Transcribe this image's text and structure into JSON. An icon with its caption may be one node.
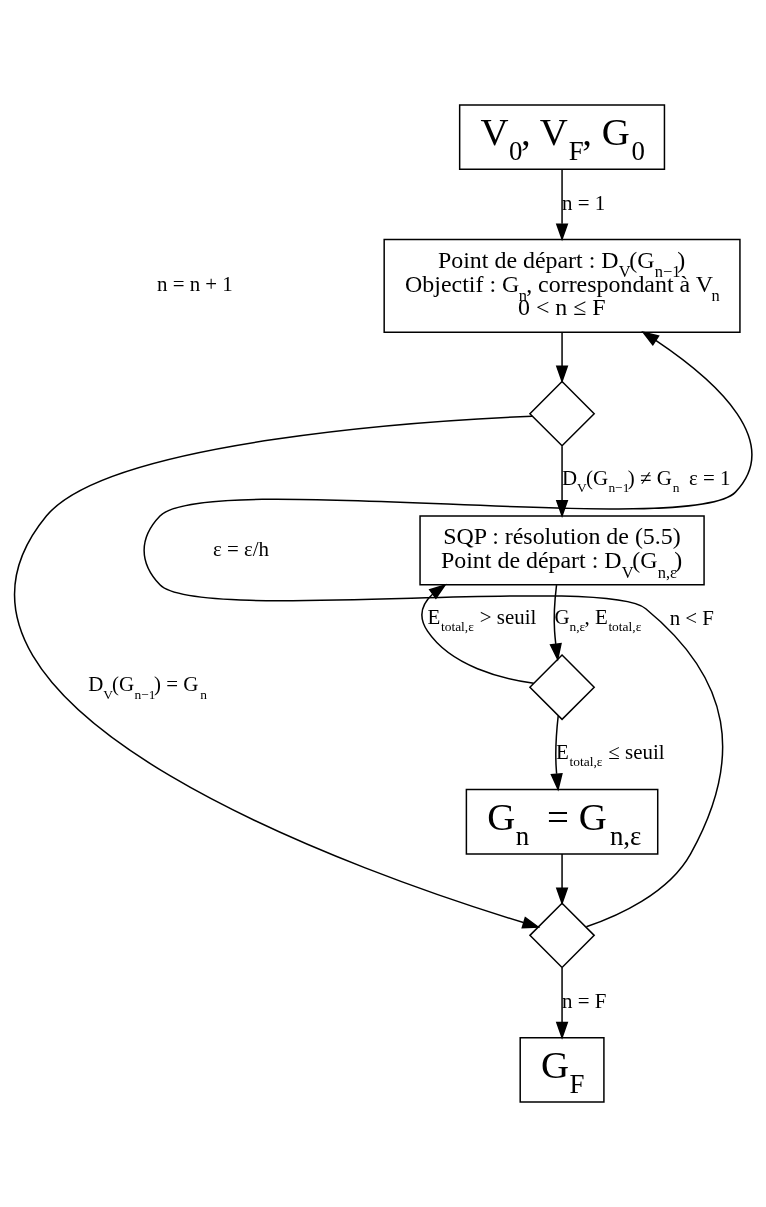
{
  "diagram": {
    "nodes": [
      {
        "text": [
          "V$_{0}$, V$_{F}$, G$_{0}$"
        ]
      },
      {
        "text": [
          "Point de départ : D$_{V}$(G$_{n−1}$)",
          "Objectif : G$_{n}$, correspondant à V$_{n}$",
          "0 < n ≤ F"
        ]
      },
      {
        "text": [],
        "shape": "diamond"
      },
      {
        "text": [
          "SQP : résolution de (5.5)",
          "Point de départ : D$_{V}$(G$_{n,ε}$)"
        ]
      },
      {
        "text": [],
        "shape": "diamond"
      },
      {
        "text": [
          "G$_{n}$ = G$_{n,ε}$"
        ]
      },
      {
        "text": [],
        "shape": "diamond"
      },
      {
        "text": [
          "G$_{F}$"
        ]
      }
    ],
    "edges": [
      {
        "from": 0,
        "to": 1,
        "arrow": "to",
        "label": "n = 1"
      },
      {
        "from": 1,
        "to": 2,
        "arrow": "to"
      },
      {
        "from": 2,
        "to": 3,
        "arrow": "to",
        "label": "D$_{V}$(G$_{n−1}$) ≠ G$_{n}$ ε = 1"
      },
      {
        "from": 3,
        "to": 4,
        "arrow": "to",
        "label": "G$_{n,ε}$, E$_{total,ε}$"
      },
      {
        "from": 4,
        "to": 3,
        "arrow": "to",
        "label": "E$_{total,ε}$ > seuil"
      },
      {
        "from": 4,
        "to": 5,
        "arrow": "to",
        "label": "E$_{total,ε}$ ≤ seuil"
      },
      {
        "from": 2,
        "to": 6,
        "arrow": "to",
        "label": "D$_{V}$(G$_{n−1}$) = G$_{n}$"
      },
      {
        "from": 5,
        "to": 6,
        "arrow": "to"
      },
      {
        "from": 6,
        "to": 1,
        "arrow": "to",
        "label": "n < F"
      },
      {
        "from": 6,
        "to": 7,
        "arrow": "to",
        "label": "n = F"
      }
    ],
    "labels": [
      "n = n + 1",
      "ε = ε/h"
    ]
  }
}
